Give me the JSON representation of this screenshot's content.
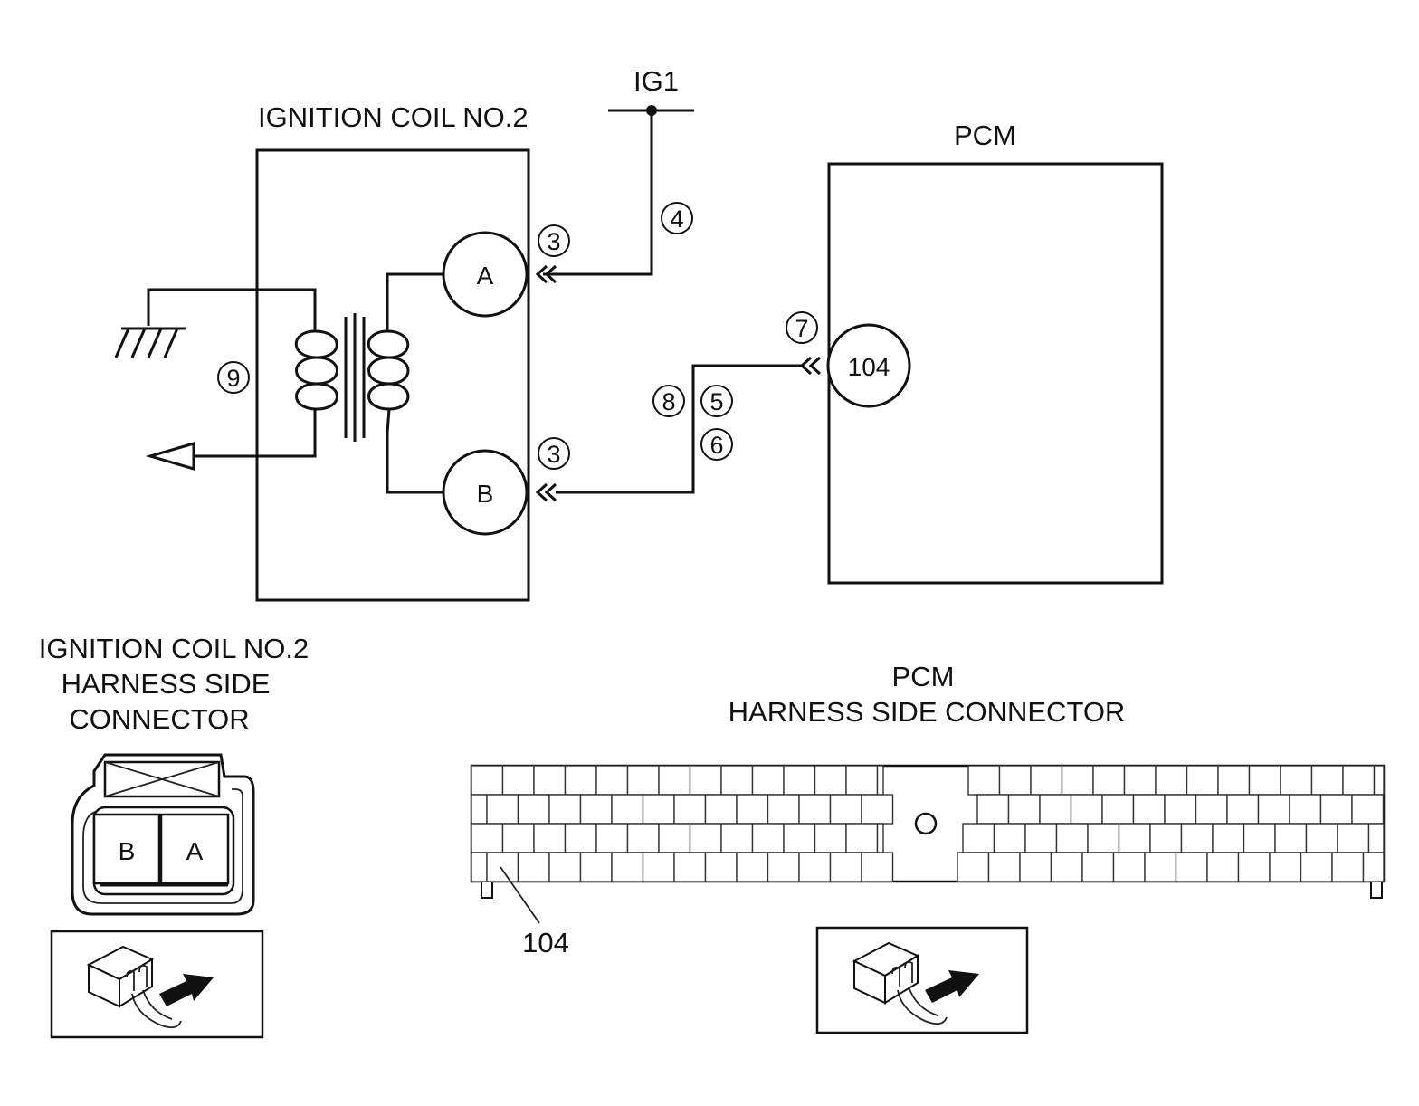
{
  "labels": {
    "ig1": "IG1",
    "coil_title": "IGNITION COIL NO.2",
    "pcm_title": "PCM",
    "terminal_a": "A",
    "terminal_b": "B",
    "terminal_104": "104",
    "coil_connector_line1": "IGNITION COIL NO.2",
    "coil_connector_line2": "HARNESS SIDE",
    "coil_connector_line3": "CONNECTOR",
    "pcm_connector_line1": "PCM",
    "pcm_connector_line2": "HARNESS SIDE CONNECTOR",
    "pcm_pin_callout": "104",
    "conn_pin_b": "B",
    "conn_pin_a": "A"
  },
  "step_markers": {
    "m3_a": "3",
    "m4": "4",
    "m3_b": "3",
    "m9": "9",
    "m7": "7",
    "m8": "8",
    "m5": "5",
    "m6": "6"
  },
  "icons": [
    "ground-icon",
    "coil-output-arrow-icon",
    "connector-probe-icon"
  ],
  "colors": {
    "ink": "#111111",
    "background": "#ffffff"
  }
}
